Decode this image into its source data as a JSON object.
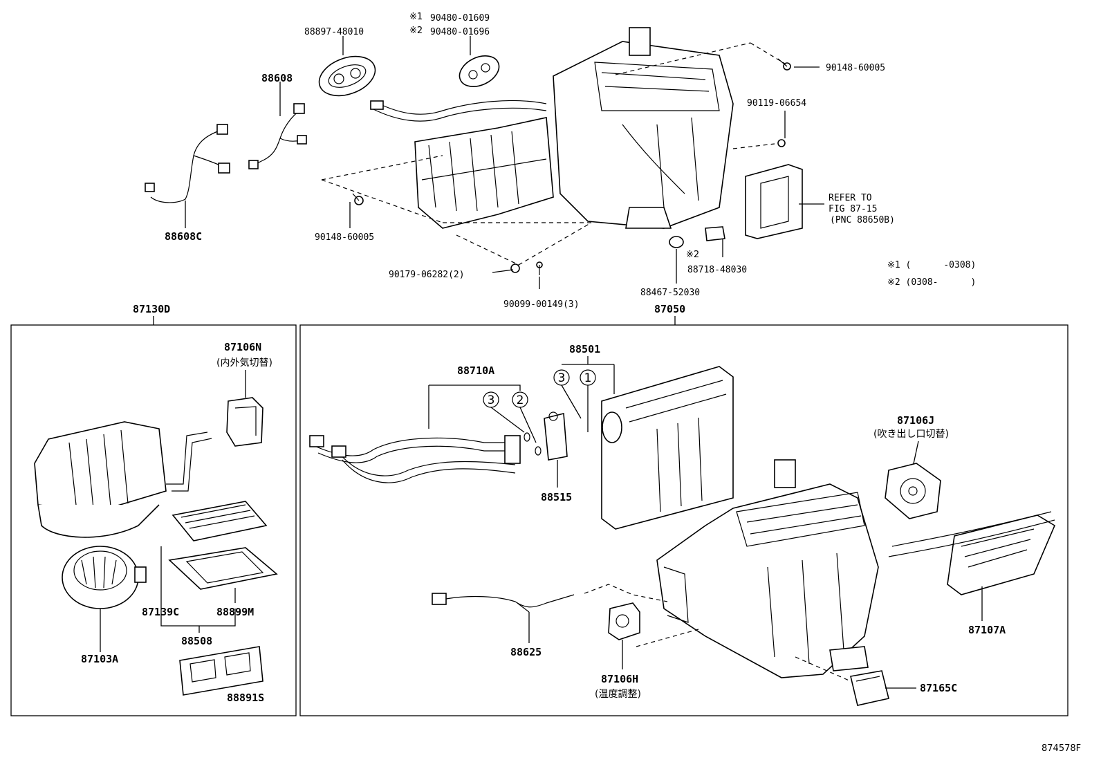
{
  "labels": {
    "p88897_48010": "88897-48010",
    "note1_mark": "※1",
    "note2_mark": "※2",
    "p90480_01609": "90480-01609",
    "p90480_01696": "90480-01696",
    "p88608": "88608",
    "p88608C": "88608C",
    "p90148_60005_top": "90148-60005",
    "p90148_60005_mid": "90148-60005",
    "p90119_06654": "90119-06654",
    "refer_to": "REFER TO",
    "fig_87_15": "FIG 87-15",
    "pnc_88650B": "(PNC 88650B)",
    "p88718_48030_mark": "※2",
    "p88718_48030": "88718-48030",
    "p90179_06282": "90179-06282(2)",
    "p90099_00149": "90099-00149(3)",
    "p88467_52030": "88467-52030",
    "legend1": "※1 (      -0308)",
    "legend2": "※2 (0308-      )",
    "p87130D": "87130D",
    "p87050": "87050",
    "p87106N": "87106N",
    "p87106N_jp": "(内外気切替)",
    "p87139C": "87139C",
    "p88899M": "88899M",
    "p88508": "88508",
    "p87103A": "87103A",
    "p88891S": "88891S",
    "p88710A": "88710A",
    "p88501": "88501",
    "p88515": "88515",
    "p87106J": "87106J",
    "p87106J_jp": "(吹き出し口切替)",
    "p87107A": "87107A",
    "p88625": "88625",
    "p87106H": "87106H",
    "p87106H_jp": "(温度調整)",
    "p87165C": "87165C",
    "callout_3a": "3",
    "callout_2a": "2",
    "callout_3b": "3",
    "callout_1b": "1",
    "diagram_code": "874578F"
  }
}
